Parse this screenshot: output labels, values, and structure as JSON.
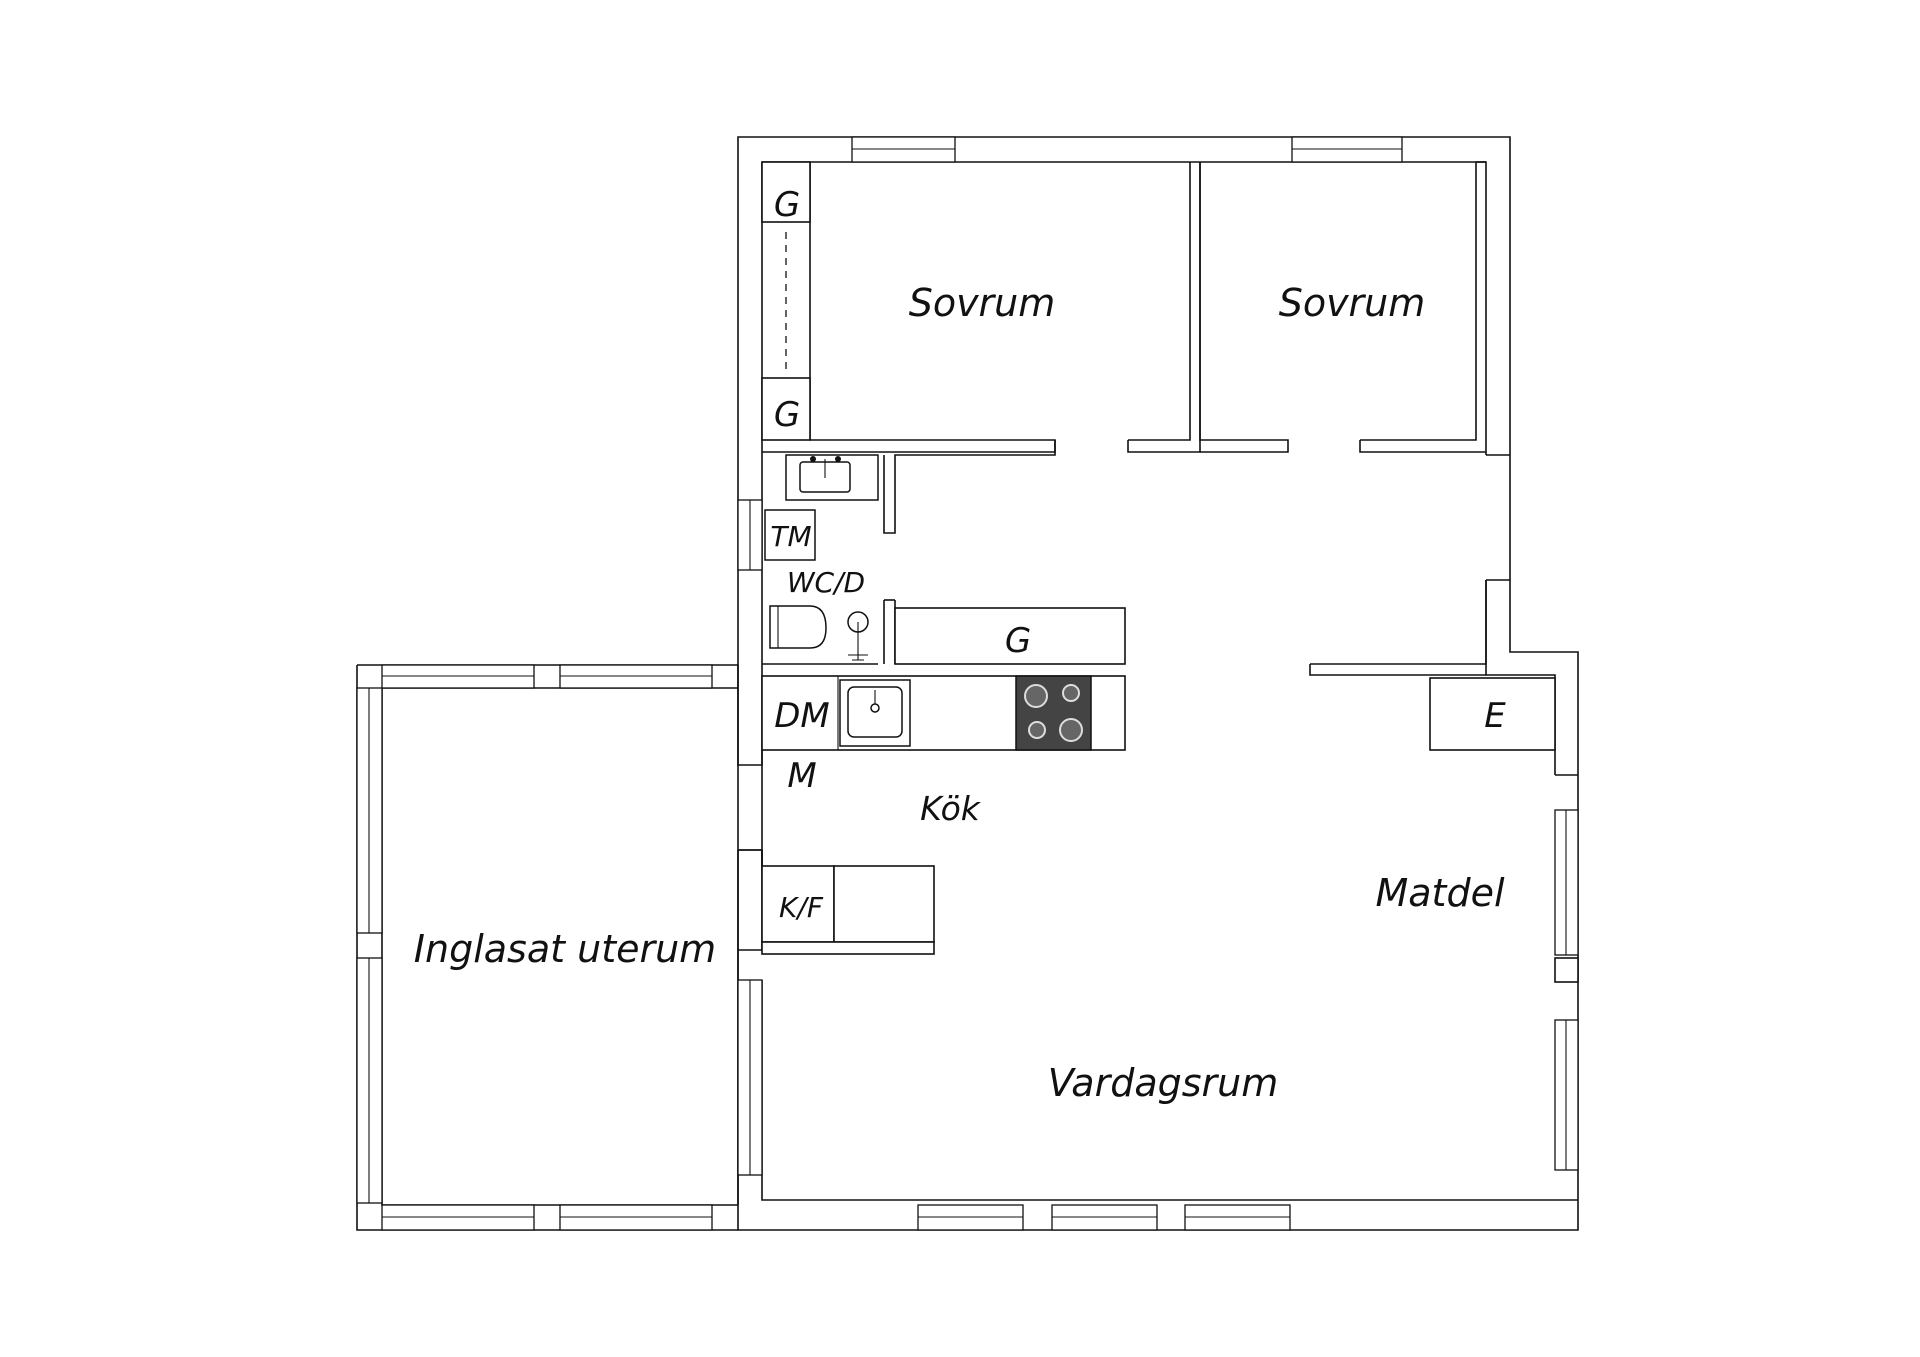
{
  "rooms": {
    "sovrum_1": "Sovrum",
    "sovrum_2": "Sovrum",
    "wc": "WC/D",
    "kok": "Kök",
    "matdel": "Matdel",
    "uterum": "Inglasat uterum",
    "vardagsrum": "Vardagsrum"
  },
  "fixtures": {
    "garderob_1": "G",
    "garderob_2": "G",
    "garderob_3": "G",
    "tvattmaskin": "TM",
    "diskmaskin": "DM",
    "mikro": "M",
    "kyl_frys": "K/F",
    "el": "E"
  },
  "colors": {
    "line": "#111111",
    "background": "#ffffff",
    "stove": "#444444"
  }
}
